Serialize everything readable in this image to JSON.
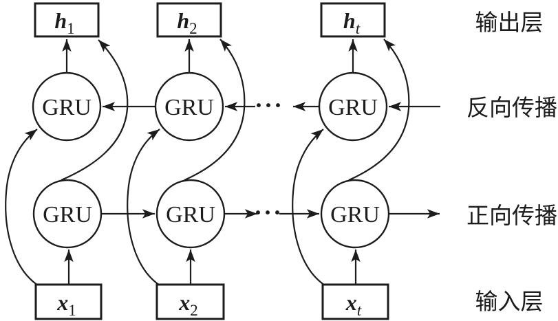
{
  "colors": {
    "background": "#ffffff",
    "ink": "#1c1c1c"
  },
  "right_labels": {
    "output_layer": "输出层",
    "backward": "反向传播",
    "forward": "正向传播",
    "input_layer": "输入层"
  },
  "gru_label": "GRU",
  "output_nodes": [
    {
      "symbol": "h",
      "subscript": "1"
    },
    {
      "symbol": "h",
      "subscript": "2"
    },
    {
      "symbol": "h",
      "subscript": "t"
    }
  ],
  "input_nodes": [
    {
      "symbol": "x",
      "subscript": "1"
    },
    {
      "symbol": "x",
      "subscript": "2"
    },
    {
      "symbol": "x",
      "subscript": "t"
    }
  ],
  "ellipsis": "···"
}
